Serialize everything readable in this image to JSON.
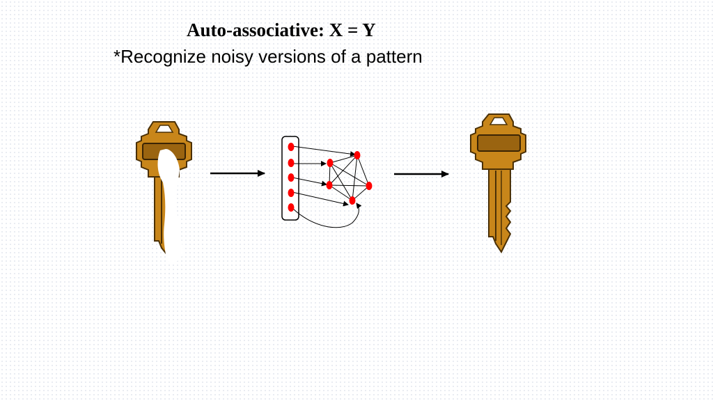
{
  "slide": {
    "title": "Auto-associative: X = Y",
    "subtitle": "*Recognize noisy versions of a pattern"
  },
  "diagram": {
    "input": "noisy-key-image",
    "process": "recurrent-neural-network",
    "output": "clean-key-image",
    "input_nodes": 5,
    "hidden_nodes": 5
  },
  "colors": {
    "key_fill": "#c8861a",
    "key_stroke": "#5a3a08",
    "neuron": "#ff0000"
  }
}
